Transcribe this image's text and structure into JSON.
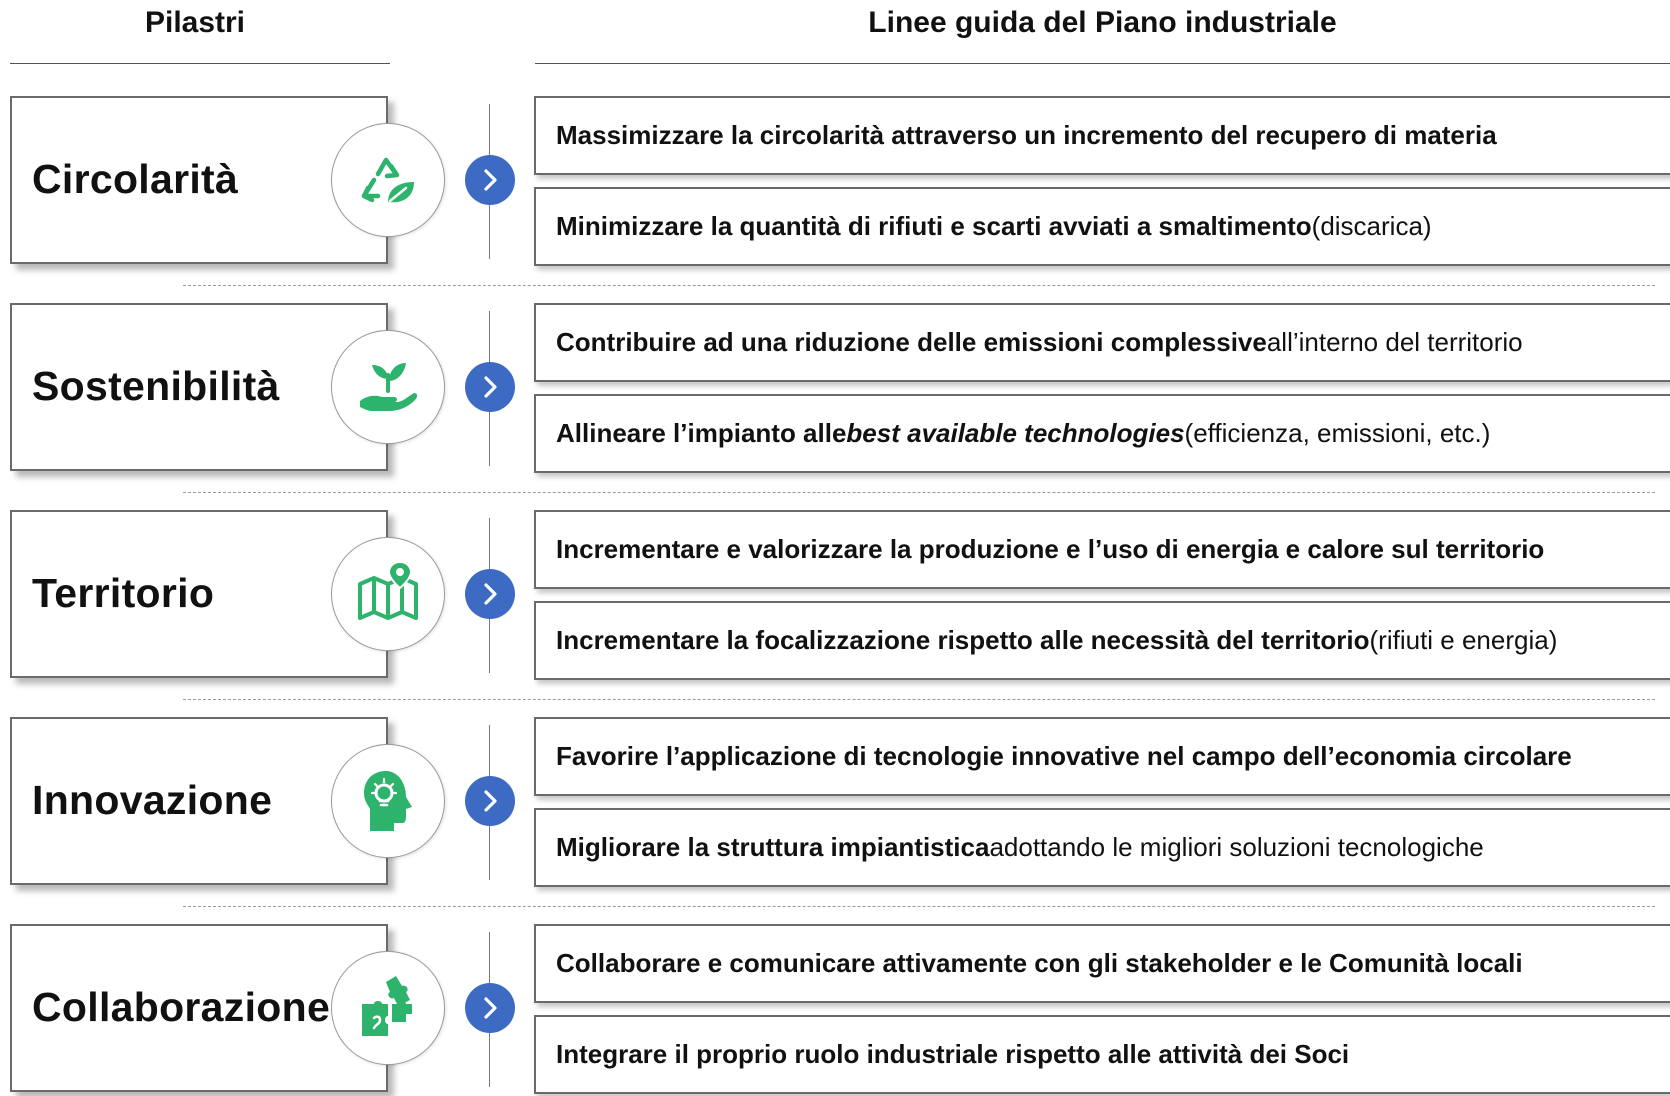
{
  "header": {
    "left": "Pilastri",
    "right": "Linee guida del Piano industriale"
  },
  "colors": {
    "accent": "#3d6bc4",
    "icon_green": "#2db36b"
  },
  "pillars": [
    {
      "title": "Circolarità",
      "icon": "recycle-leaf-icon",
      "guidelines": [
        {
          "bold": "Massimizzare la circolarità attraverso un incremento del recupero di materia",
          "italic": "",
          "bold_after": "",
          "normal": ""
        },
        {
          "bold": "Minimizzare la quantità di rifiuti e scarti avviati a smaltimento",
          "italic": "",
          "bold_after": "",
          "normal": " (discarica)"
        }
      ]
    },
    {
      "title": "Sostenibilità",
      "icon": "hand-plant-icon",
      "guidelines": [
        {
          "bold": "Contribuire ad una riduzione delle emissioni complessive",
          "italic": "",
          "bold_after": "",
          "normal": " all’interno del territorio"
        },
        {
          "bold": "Allineare l’impianto alle ",
          "italic": "best available technologies",
          "bold_after": "",
          "normal": " (efficienza, emissioni, etc.)"
        }
      ]
    },
    {
      "title": "Territorio",
      "icon": "map-pin-icon",
      "guidelines": [
        {
          "bold": "Incrementare e valorizzare la produzione e l’uso di energia e calore sul territorio",
          "italic": "",
          "bold_after": "",
          "normal": ""
        },
        {
          "bold": "Incrementare la focalizzazione rispetto alle necessità del territorio",
          "italic": "",
          "bold_after": "",
          "normal": " (rifiuti e energia)"
        }
      ]
    },
    {
      "title": "Innovazione",
      "icon": "head-lightbulb-icon",
      "guidelines": [
        {
          "bold": "Favorire l’applicazione di tecnologie innovative nel campo dell’economia circolare",
          "italic": "",
          "bold_after": "",
          "normal": ""
        },
        {
          "bold": "Migliorare la struttura impiantistica",
          "italic": "",
          "bold_after": "",
          "normal": " adottando le migliori soluzioni tecnologiche"
        }
      ]
    },
    {
      "title": "Collaborazione",
      "icon": "puzzle-pieces-icon",
      "guidelines": [
        {
          "bold": "Collaborare e comunicare attivamente con gli stakeholder e le Comunità locali",
          "italic": "",
          "bold_after": "",
          "normal": ""
        },
        {
          "bold": "Integrare il proprio ruolo industriale rispetto alle attività dei Soci",
          "italic": "",
          "bold_after": "",
          "normal": ""
        }
      ]
    }
  ]
}
